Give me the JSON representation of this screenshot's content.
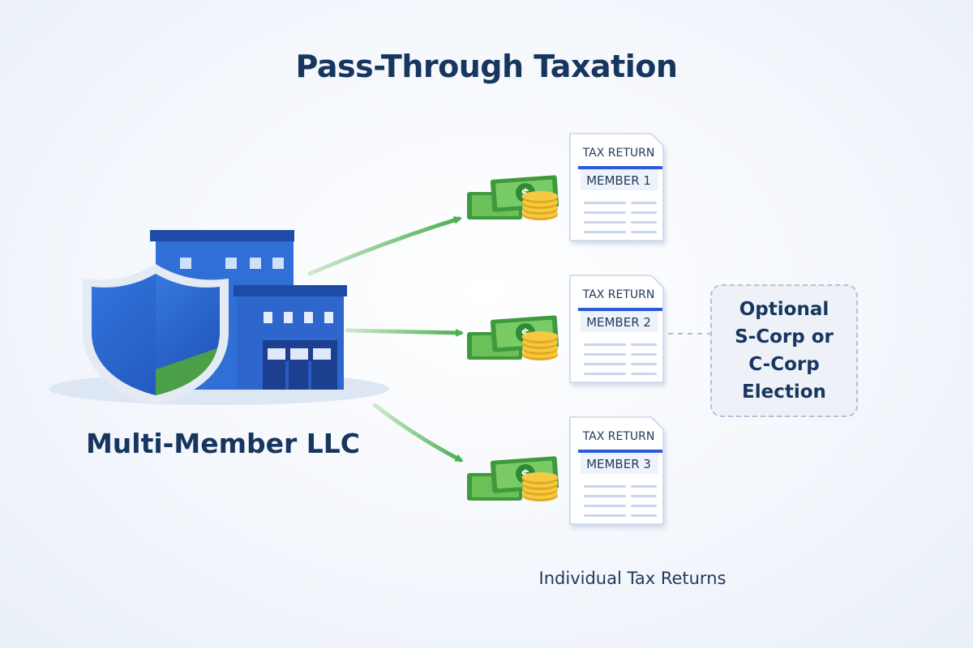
{
  "title": "Pass-Through Taxation",
  "entity": {
    "label": "Multi-Member LLC"
  },
  "returns": [
    {
      "header": "TAX RETURN",
      "member": "MEMBER 1"
    },
    {
      "header": "TAX RETURN",
      "member": "MEMBER 2"
    },
    {
      "header": "TAX RETURN",
      "member": "MEMBER 3"
    }
  ],
  "money_symbol": "$",
  "election": {
    "text": "Optional\nS-Corp or\nC-Corp\nElection"
  },
  "caption": "Individual Tax Returns",
  "colors": {
    "navy": "#17365f",
    "building_blue": "#2f6fd6",
    "arrow_green": "#5cb85c",
    "doc_stripe": "#2a5bd7"
  },
  "icons": [
    "building-icon",
    "shield-icon",
    "cash-icon",
    "coin-stack-icon",
    "document-icon"
  ]
}
